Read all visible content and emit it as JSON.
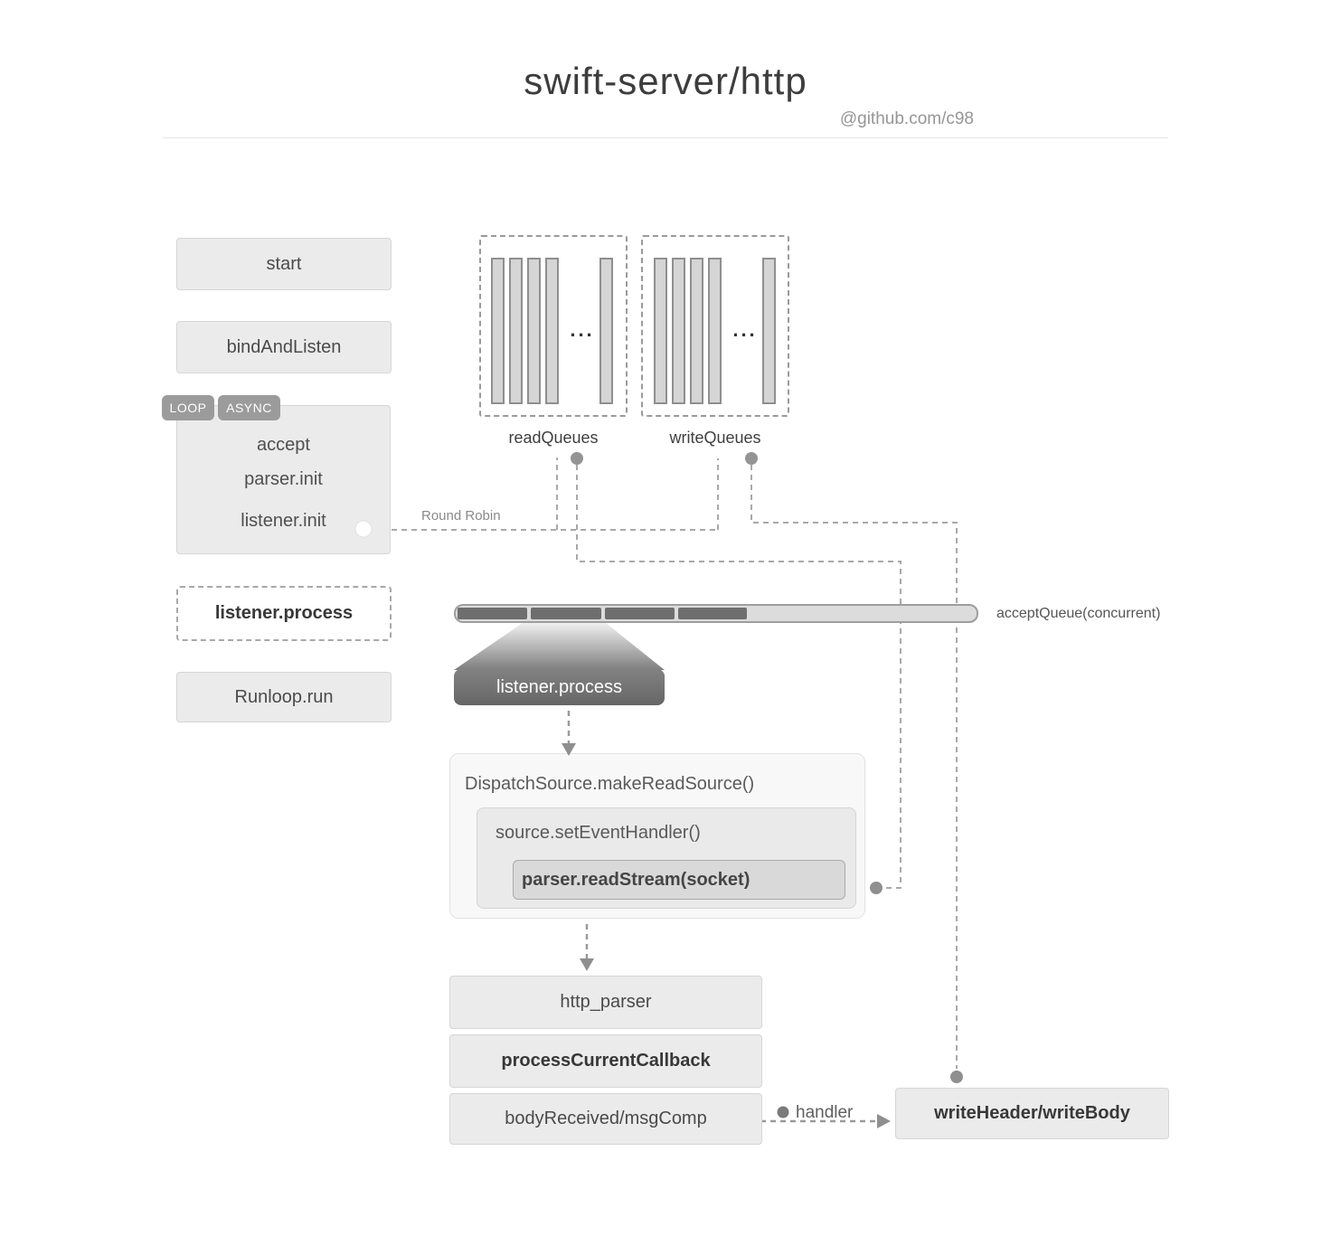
{
  "header": {
    "title": "swift-server/http",
    "subtitle": "@github.com/c98"
  },
  "left_flow": {
    "start": "start",
    "bind_and_listen": "bindAndListen",
    "loop_tag": "LOOP",
    "async_tag": "ASYNC",
    "accept": "accept",
    "parser_init": "parser.init",
    "listener_init": "listener.init",
    "listener_process": "listener.process",
    "runloop_run": "Runloop.run"
  },
  "queues": {
    "read_label": "readQueues",
    "write_label": "writeQueues",
    "ellipsis": "..."
  },
  "labels": {
    "round_robin": "Round Robin",
    "accept_queue": "acceptQueue(concurrent)",
    "handler": "handler"
  },
  "pipeline": {
    "listener_process": "listener.process",
    "dispatch_source": "DispatchSource.makeReadSource()",
    "set_event_handler": "source.setEventHandler()",
    "read_stream": "parser.readStream(socket)",
    "http_parser": "http_parser",
    "process_current_callback": "processCurrentCallback",
    "body_received": "bodyReceived/msgComp",
    "write_header_body": "writeHeader/writeBody"
  },
  "colors": {
    "dark_node": "#6e6e6e",
    "tag_bg": "#9b9b9b",
    "box_fill": "#ebebeb",
    "wire": "#a9a9a9"
  }
}
